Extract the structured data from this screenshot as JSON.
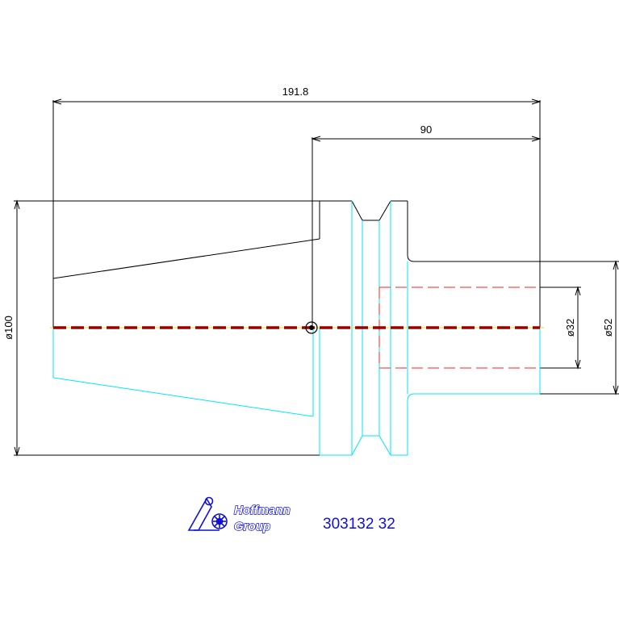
{
  "dimensions": {
    "total_length": "191.8",
    "shank_length": "90",
    "flange_diameter": "ø100",
    "bore_diameter": "ø32",
    "shank_diameter": "ø52"
  },
  "logo": {
    "line1": "Hoffmann",
    "line2": "Group"
  },
  "part_number": "303132 32",
  "colors": {
    "outline_upper": "#000000",
    "outline_lower": "#00e5ff",
    "hidden_bore": "#ff2020",
    "center_line": "#9b0000",
    "brand_blue": "#1010d8"
  }
}
